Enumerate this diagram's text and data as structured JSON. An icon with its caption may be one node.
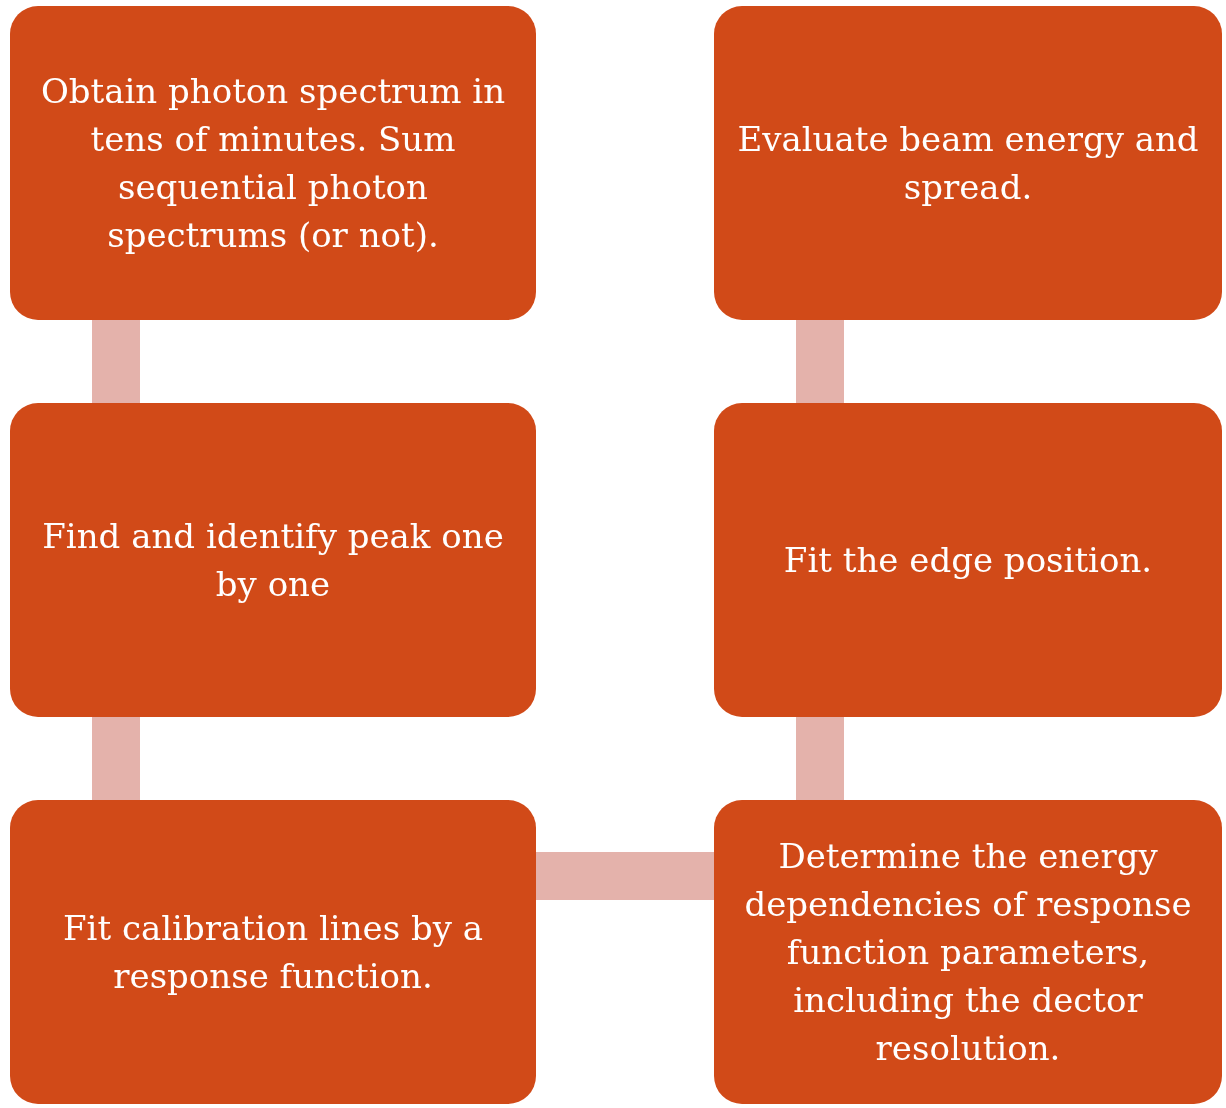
{
  "diagram": {
    "nodes": [
      {
        "text": [
          "Obtain photon spectrum in tens of minutes. Sum sequential photon spectrums (or not)."
        ]
      },
      {
        "text": [
          "Find and identify peak one by one"
        ]
      },
      {
        "text": [
          "Fit calibration lines by a response function."
        ]
      },
      {
        "text": [
          "Determine the energy dependencies of response function parameters, including the dector resolution."
        ]
      },
      {
        "text": [
          "Fit the edge position."
        ]
      },
      {
        "text": [
          "Evaluate beam energy and spread."
        ]
      }
    ],
    "edges": [
      {
        "from": 0,
        "to": 1,
        "arrow": "none"
      },
      {
        "from": 1,
        "to": 2,
        "arrow": "none"
      },
      {
        "from": 2,
        "to": 3,
        "arrow": "none"
      },
      {
        "from": 3,
        "to": 4,
        "arrow": "none"
      },
      {
        "from": 4,
        "to": 5,
        "arrow": "none"
      }
    ]
  }
}
